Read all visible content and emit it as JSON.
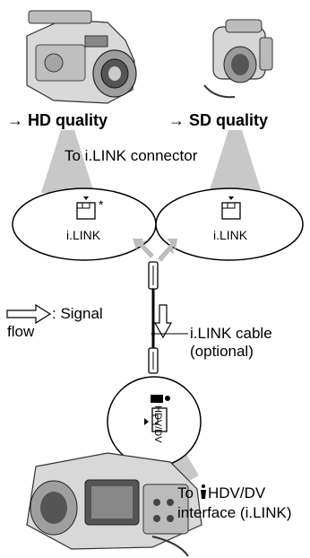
{
  "devices": {
    "hd": {
      "arrow": "→",
      "label": "HD quality",
      "port_label": "i.LINK",
      "port_marker": "*"
    },
    "sd": {
      "arrow": "→",
      "label": "SD quality",
      "port_label": "i.LINK"
    }
  },
  "heading": "To i.LINK connector",
  "legend": {
    "label": ": Signal",
    "label_line2": "flow"
  },
  "cable": {
    "label": "i.LINK cable",
    "label_line2": "(optional)"
  },
  "source": {
    "port_label": "HDV/DV"
  },
  "interface_label": {
    "prefix": "To",
    "line1_rest": "HDV/DV",
    "line2": "interface (i.LINK)"
  }
}
